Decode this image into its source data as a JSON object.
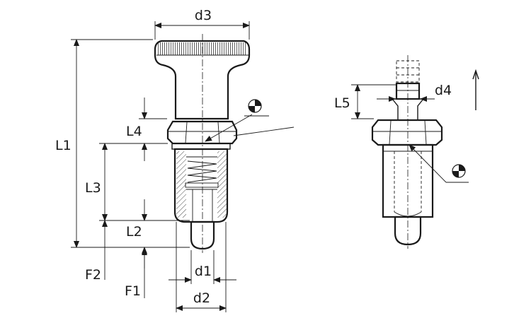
{
  "labels": {
    "d1": "d1",
    "d2": "d2",
    "d3": "d3",
    "d4": "d4",
    "L1": "L1",
    "L2": "L2",
    "L3": "L3",
    "L4": "L4",
    "L5": "L5",
    "F1": "F1",
    "F2": "F2"
  },
  "icons": {
    "nut_marker_left": "sealant-symbol-icon",
    "nut_marker_right": "sealant-symbol-icon",
    "direction": "arrow-up-icon"
  }
}
